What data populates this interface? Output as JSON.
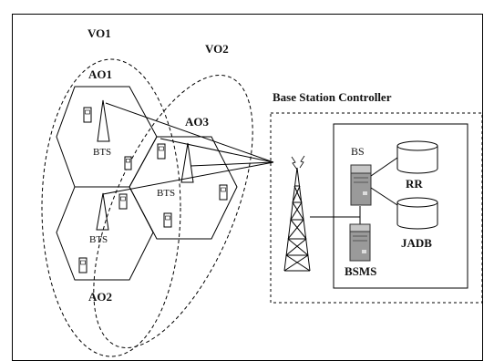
{
  "diagram": {
    "labels": {
      "vo1": "VO1",
      "vo2": "VO2",
      "ao1": "AO1",
      "ao2": "AO2",
      "ao3": "AO3",
      "bts_top": "BTS",
      "bts_bottom": "BTS",
      "bts_right": "BTS",
      "bsc_title": "Base Station Controller",
      "bs": "BS",
      "rr": "RR",
      "jadb": "JADB",
      "bsms": "BSMS"
    }
  }
}
